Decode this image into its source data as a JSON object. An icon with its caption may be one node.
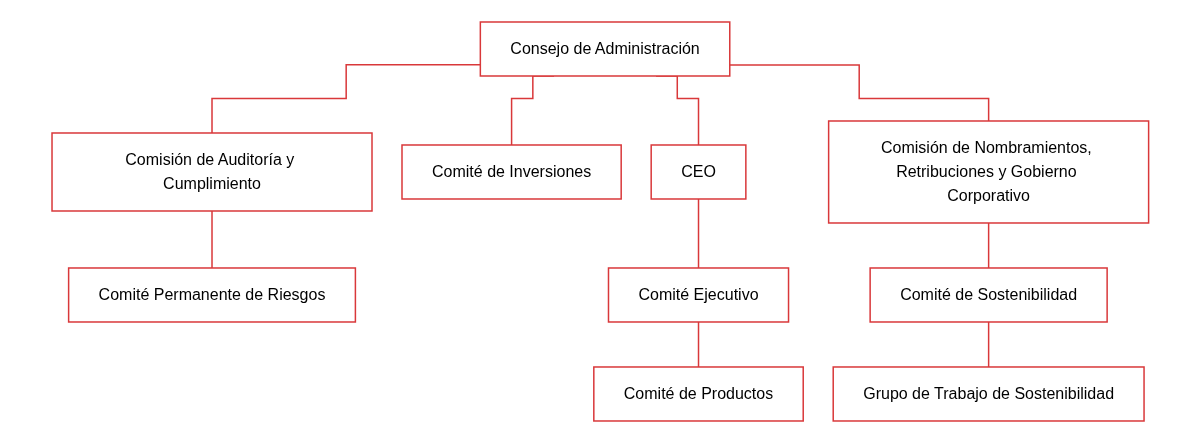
{
  "diagram": {
    "nodes": [
      {
        "text": [
          "Consejo de Administración"
        ]
      },
      {
        "text": [
          "Comisión de Auditoría y Cumplimiento"
        ]
      },
      {
        "text": [
          "Comité de Inversiones"
        ]
      },
      {
        "text": [
          "CEO"
        ]
      },
      {
        "text": [
          "Comisión de Nombramientos, Retribuciones y Gobierno Corporativo"
        ]
      },
      {
        "text": [
          "Comité Permanente de Riesgos"
        ]
      },
      {
        "text": [
          "Comité Ejecutivo"
        ]
      },
      {
        "text": [
          "Comité de Sostenibilidad"
        ]
      },
      {
        "text": [
          "Comité de Productos"
        ]
      },
      {
        "text": [
          "Grupo de Trabajo de Sostenibilidad"
        ]
      }
    ],
    "edges": [
      {
        "from": 0,
        "to": 1,
        "arrow": "none"
      },
      {
        "from": 0,
        "to": 2,
        "arrow": "none"
      },
      {
        "from": 0,
        "to": 3,
        "arrow": "none"
      },
      {
        "from": 0,
        "to": 4,
        "arrow": "none"
      },
      {
        "from": 1,
        "to": 5,
        "arrow": "none"
      },
      {
        "from": 3,
        "to": 6,
        "arrow": "none"
      },
      {
        "from": 6,
        "to": 8,
        "arrow": "none"
      },
      {
        "from": 4,
        "to": 7,
        "arrow": "none"
      },
      {
        "from": 7,
        "to": 9,
        "arrow": "none"
      }
    ]
  }
}
